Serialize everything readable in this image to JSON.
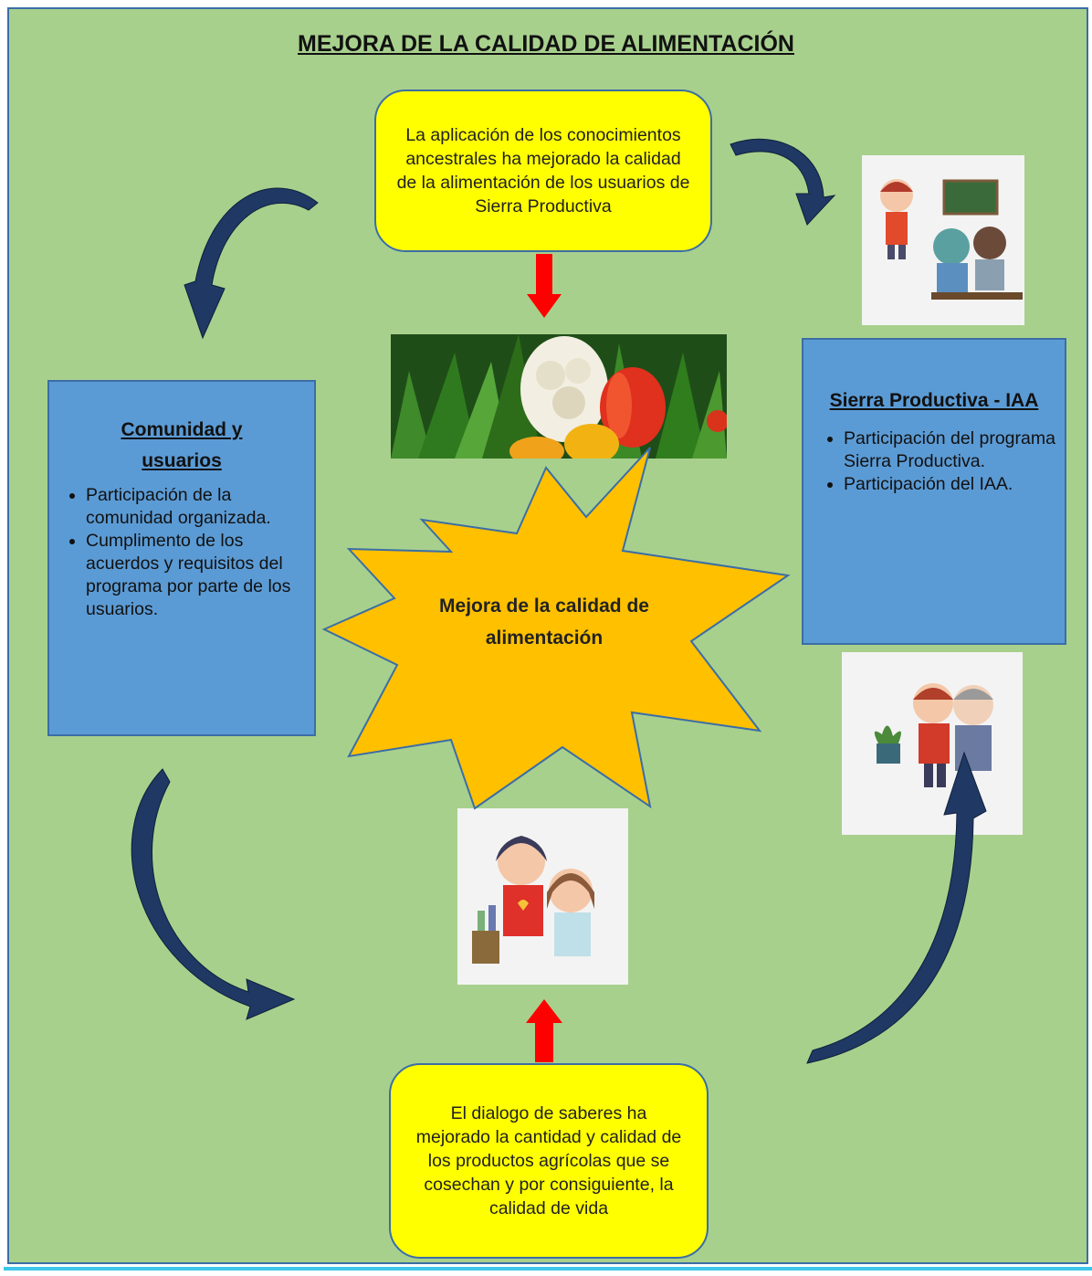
{
  "title": "MEJORA DE LA CALIDAD DE  ALIMENTACIÓN",
  "top_box": "La aplicación de los conocimientos ancestrales ha mejorado la calidad de la alimentación de los usuarios de Sierra Productiva",
  "bottom_box": "El dialogo de saberes ha mejorado la cantidad y calidad de los productos agrícolas que se cosechan y por consiguiente, la calidad de vida",
  "center_star": "Mejora de la calidad de alimentación",
  "left_box": {
    "heading": "Comunidad y usuarios",
    "items": [
      "Participación de la comunidad organizada.",
      "Cumplimento de los acuerdos y requisitos del programa por parte de los usuarios."
    ]
  },
  "right_box": {
    "heading": "Sierra Productiva - IAA",
    "items": [
      "Participación del programa Sierra Productiva.",
      "Participación del IAA."
    ]
  },
  "colors": {
    "background": "#a8d08d",
    "yellow_box": "#ffff00",
    "blue_box": "#5b9bd5",
    "star": "#ffc000",
    "red_arrow": "#ff0000",
    "curved_arrow": "#1f3864"
  },
  "icons": [
    "vegetables-photo",
    "teacher-students-illustration",
    "elder-helping-illustration",
    "mother-child-illustration"
  ]
}
